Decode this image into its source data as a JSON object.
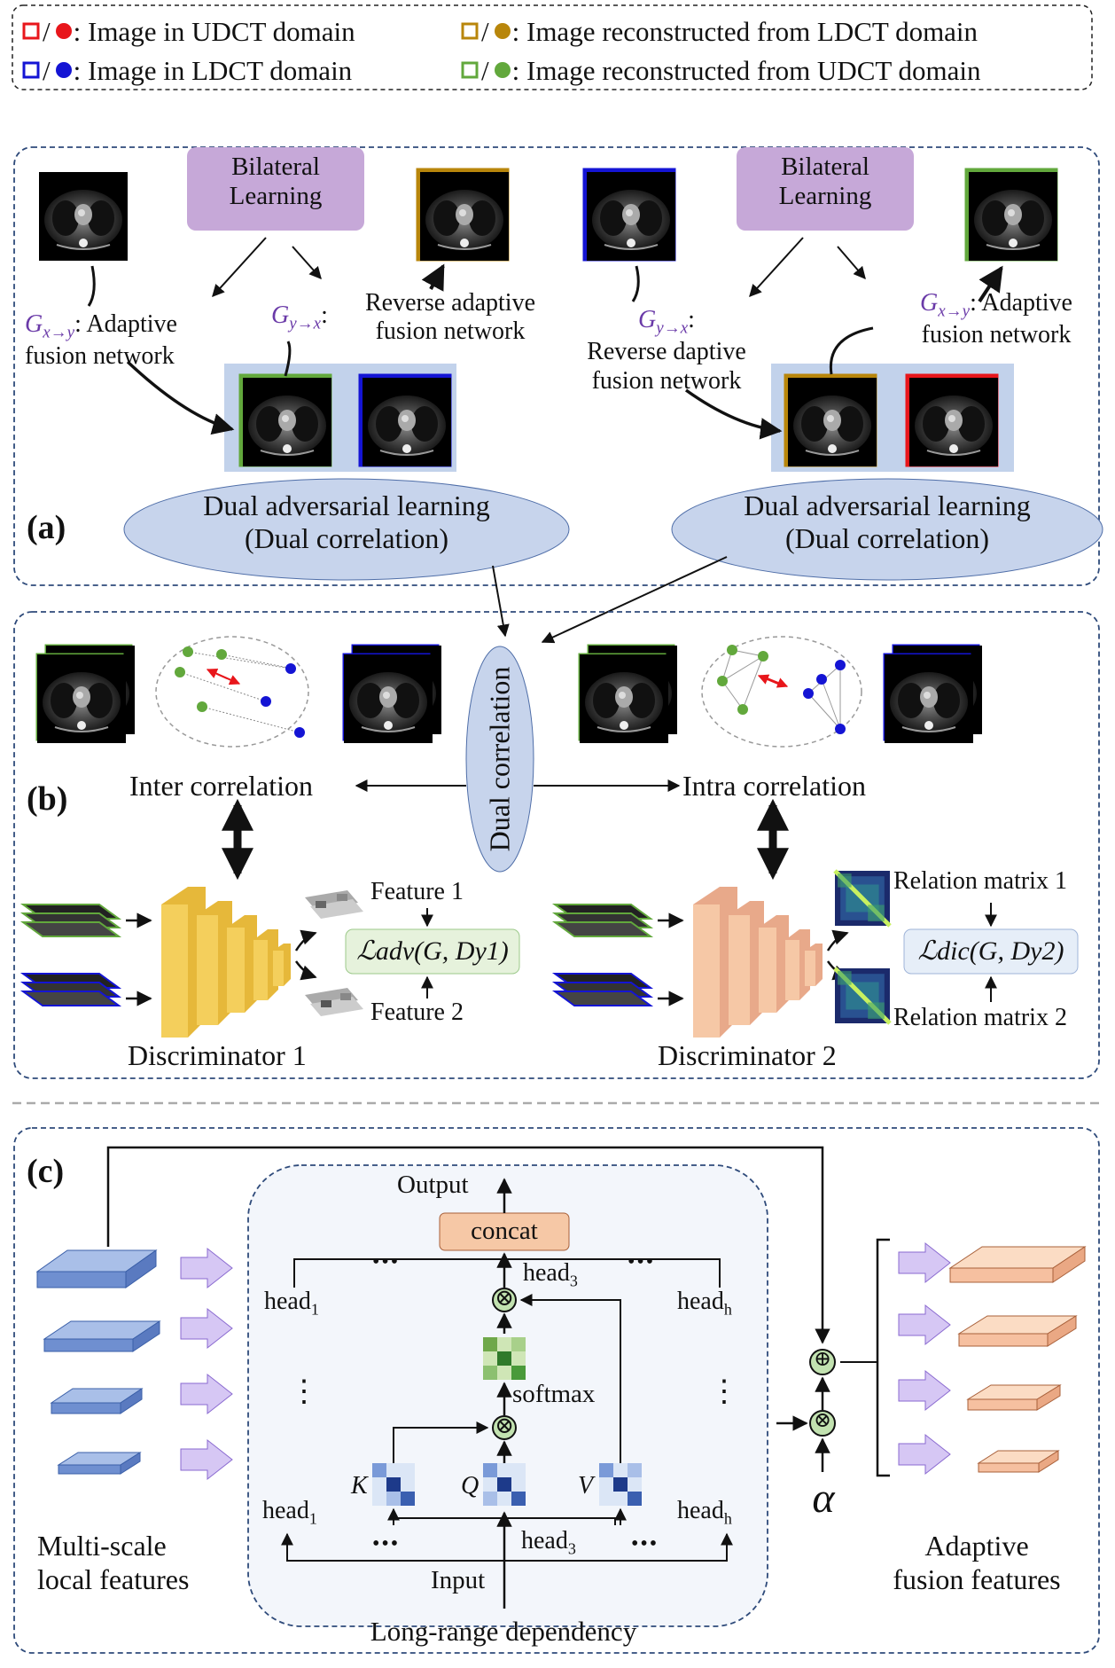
{
  "legend": {
    "udct": "Image in UDCT domain",
    "ldct": "Image in LDCT domain",
    "recon_ldct": "Image reconstructed from LDCT domain",
    "recon_udct": "Image reconstructed from UDCT domain",
    "sep": "/",
    "colon": ":"
  },
  "colors": {
    "udct": "#e8161b",
    "ldct": "#1414d4",
    "recon_ldct": "#b8860b",
    "recon_udct": "#62a83c",
    "bilateral_fill": "#c6a8d8",
    "ellipse_fill": "#c7d4ec",
    "panel_border": "#2e4a7a",
    "feature_blue": "#8aa6dc",
    "feature_peach": "#f6c8a6",
    "arrow_purple": "#b89ae6"
  },
  "panel_a": {
    "label": "(a)",
    "left": {
      "bilateral": "Bilateral\nLearning",
      "g_fwd": "G",
      "g_fwd_sub": "x→y",
      "g_fwd_text": ": Adaptive\nfusion network",
      "g_rev": "G",
      "g_rev_sub": "y→x",
      "g_rev_colon": ":",
      "g_rev_text": "Reverse adaptive\nfusion network",
      "dual": "Dual adversarial learning\n(Dual correlation)"
    },
    "right": {
      "bilateral": "Bilateral\nLearning",
      "g_rev": "G",
      "g_rev_sub": "y→x",
      "g_rev_text": ":\nReverse daptive\nfusion network",
      "g_fwd": "G",
      "g_fwd_sub": "x→y",
      "g_fwd_text": ": Adaptive\nfusion network",
      "dual": "Dual adversarial learning\n(Dual correlation)"
    }
  },
  "panel_b": {
    "label": "(b)",
    "dual_correlation": "Dual correlation",
    "inter": "Inter correlation",
    "intra": "Intra correlation",
    "disc1": "Discriminator 1",
    "disc2": "Discriminator 2",
    "feature1": "Feature 1",
    "feature2": "Feature 2",
    "relation1": "Relation matrix 1",
    "relation2": "Relation matrix 2",
    "loss_adv": "ℒadv(G, Dy1)",
    "loss_dic": "ℒdic(G, Dy2)"
  },
  "panel_c": {
    "label": "(c)",
    "output": "Output",
    "concat": "concat",
    "head1": "head",
    "head1_sub": "1",
    "head3": "head",
    "head3_sub": "3",
    "headh": "head",
    "headh_sub": "h",
    "softmax": "softmax",
    "k": "K",
    "q": "Q",
    "v": "V",
    "input": "Input",
    "long_range": "Long-range dependency",
    "multi_scale": "Multi-scale\nlocal features",
    "adaptive": "Adaptive\nfusion features",
    "alpha": "α",
    "dots": "•••",
    "vdots": "⋮",
    "times": "⊗",
    "plus": "⊕"
  }
}
